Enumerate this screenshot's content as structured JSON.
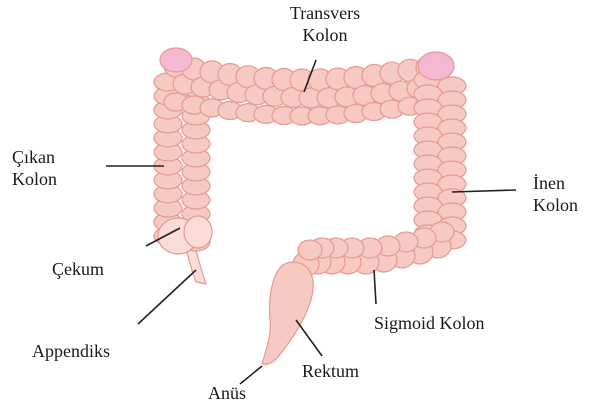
{
  "labels": {
    "transvers": {
      "line1": "Transvers",
      "line2": "Kolon"
    },
    "cikan": {
      "line1": "Çıkan",
      "line2": "Kolon"
    },
    "inen": {
      "line1": "İnen",
      "line2": "Kolon"
    },
    "cekum": "Çekum",
    "appendiks": "Appendiks",
    "sigmoid": "Sigmoid Kolon",
    "rektum": "Rektum",
    "anus": "Anüs"
  },
  "colors": {
    "fill": "#f7c9c3",
    "fill_light": "#fbdcd7",
    "stroke": "#e39a93",
    "flexure": "#f5b8d2",
    "label_text": "#1a1a1a",
    "leader_line": "#222222"
  }
}
